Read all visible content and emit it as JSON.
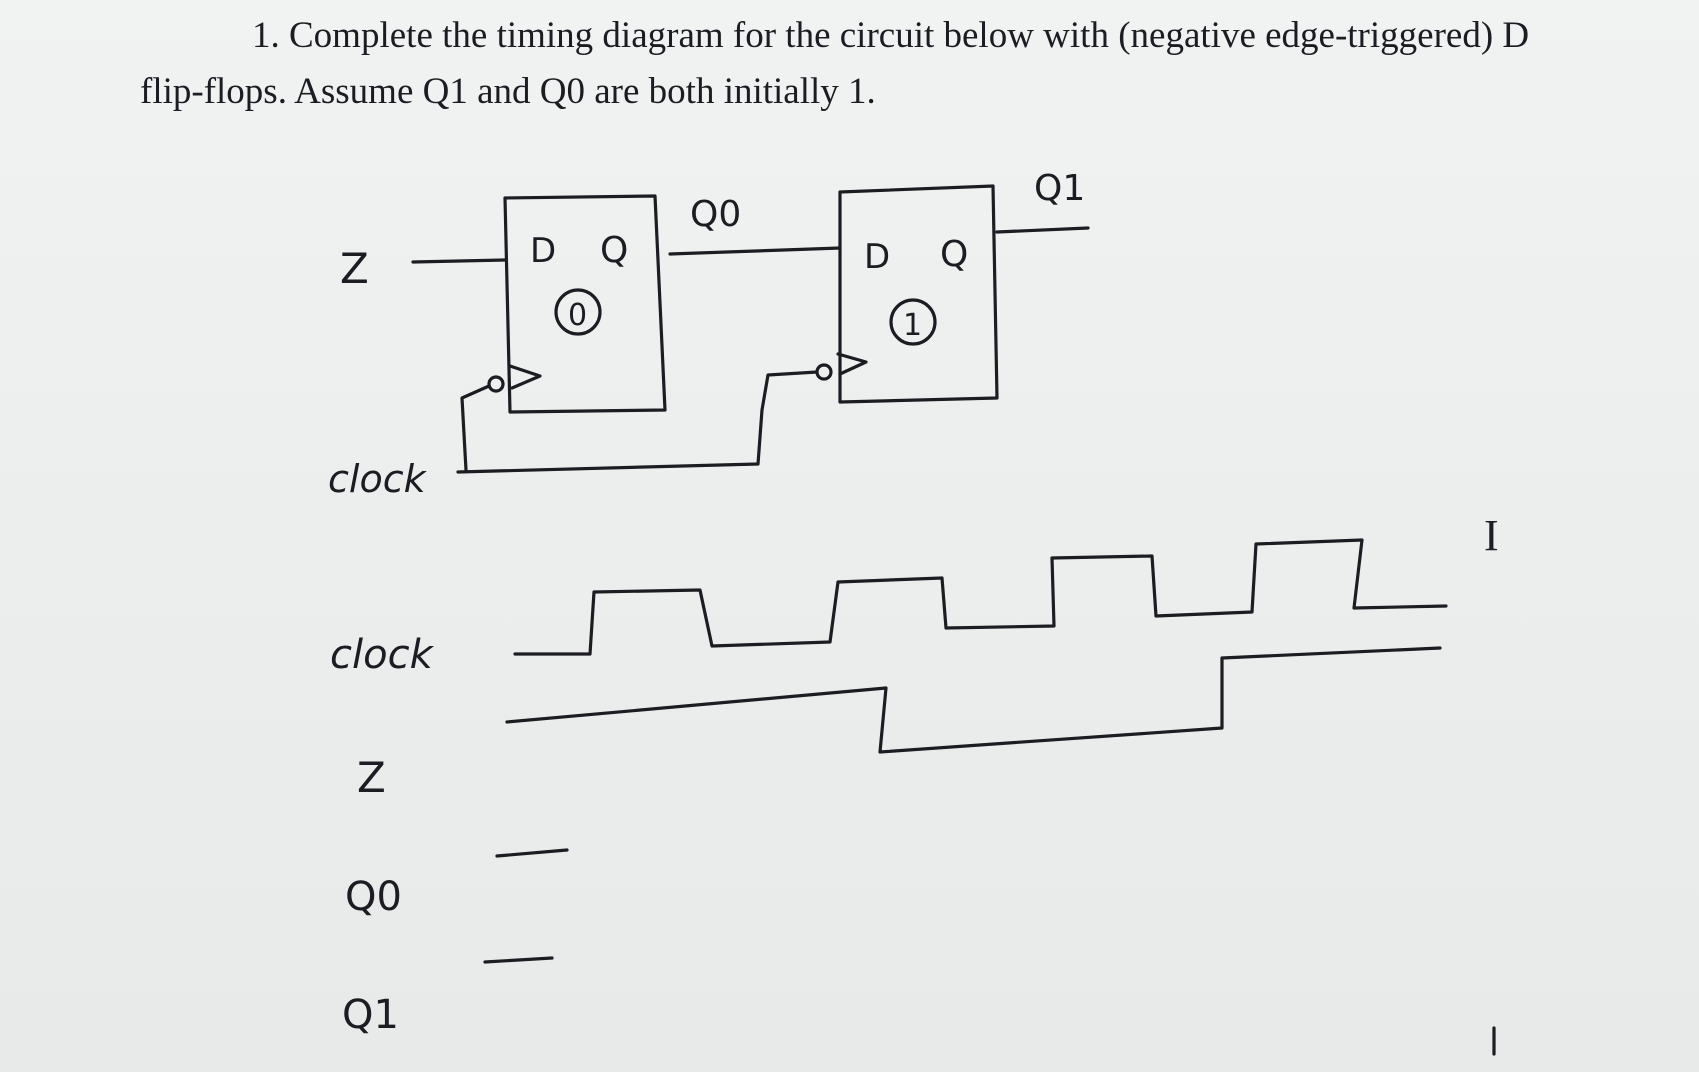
{
  "question": {
    "number": "1.",
    "line1": "Complete the timing diagram for the circuit below with (negative edge-triggered) D",
    "line2": "flip-flops.  Assume Q1 and Q0 are both initially 1."
  },
  "circuit": {
    "input_label": "Z",
    "clock_label": "clock",
    "ff0": {
      "d_label": "D",
      "q_label": "Q",
      "id_label": "0"
    },
    "ff1": {
      "d_label": "D",
      "q_label": "Q",
      "id_label": "1"
    },
    "q0_wire_label": "Q0",
    "q1_wire_label": "Q1"
  },
  "timing": {
    "clock_label": "clock",
    "z_label": "Z",
    "q0_label": "Q0",
    "q1_label": "Q1"
  },
  "margin_marks": {
    "cursor_glyph": "I"
  }
}
